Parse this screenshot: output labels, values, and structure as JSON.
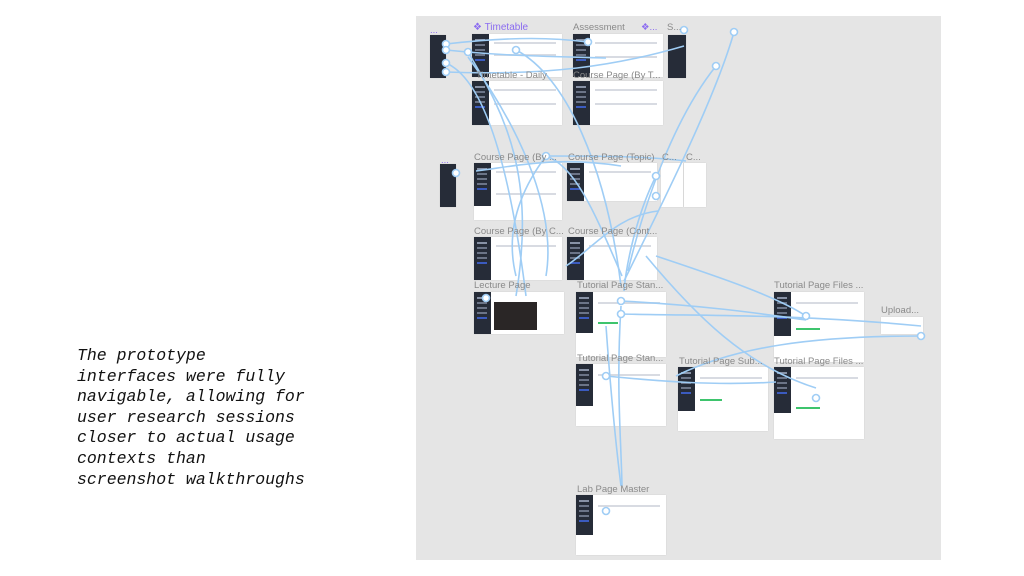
{
  "caption": "The prototype\ninterfaces were fully\nnavigable, allowing for\nuser research sessions\ncloser to actual usage\ncontexts than\nscreenshot walkthroughs",
  "frames": {
    "f0": "...",
    "f1": "❖ Timetable",
    "f2": "Assessment",
    "f3": "❖...",
    "f4": "S...",
    "f5": "Timetable - Daily",
    "f6": "Course Page (By T...",
    "f7": "...",
    "f8": "Course Page (By ...",
    "f9": "Course Page (Topic)",
    "f10": "C...",
    "f11": "C...",
    "f12": "Course Page (By C...",
    "f13": "Course Page (Cont...",
    "f14": "Lecture Page",
    "f15": "Tutorial Page Stan...",
    "f16": "Tutorial Page Files ...",
    "f17": "Upload...",
    "f18": "Tutorial Page Stan...",
    "f19": "Tutorial Page Sub...",
    "f20": "Tutorial Page Files ...",
    "f21": "Lab Page Master"
  },
  "colors": {
    "canvas": "#e5e5e5",
    "connector": "#9fcdf5",
    "sidebar": "#262c38",
    "component": "#8b6cf0"
  }
}
